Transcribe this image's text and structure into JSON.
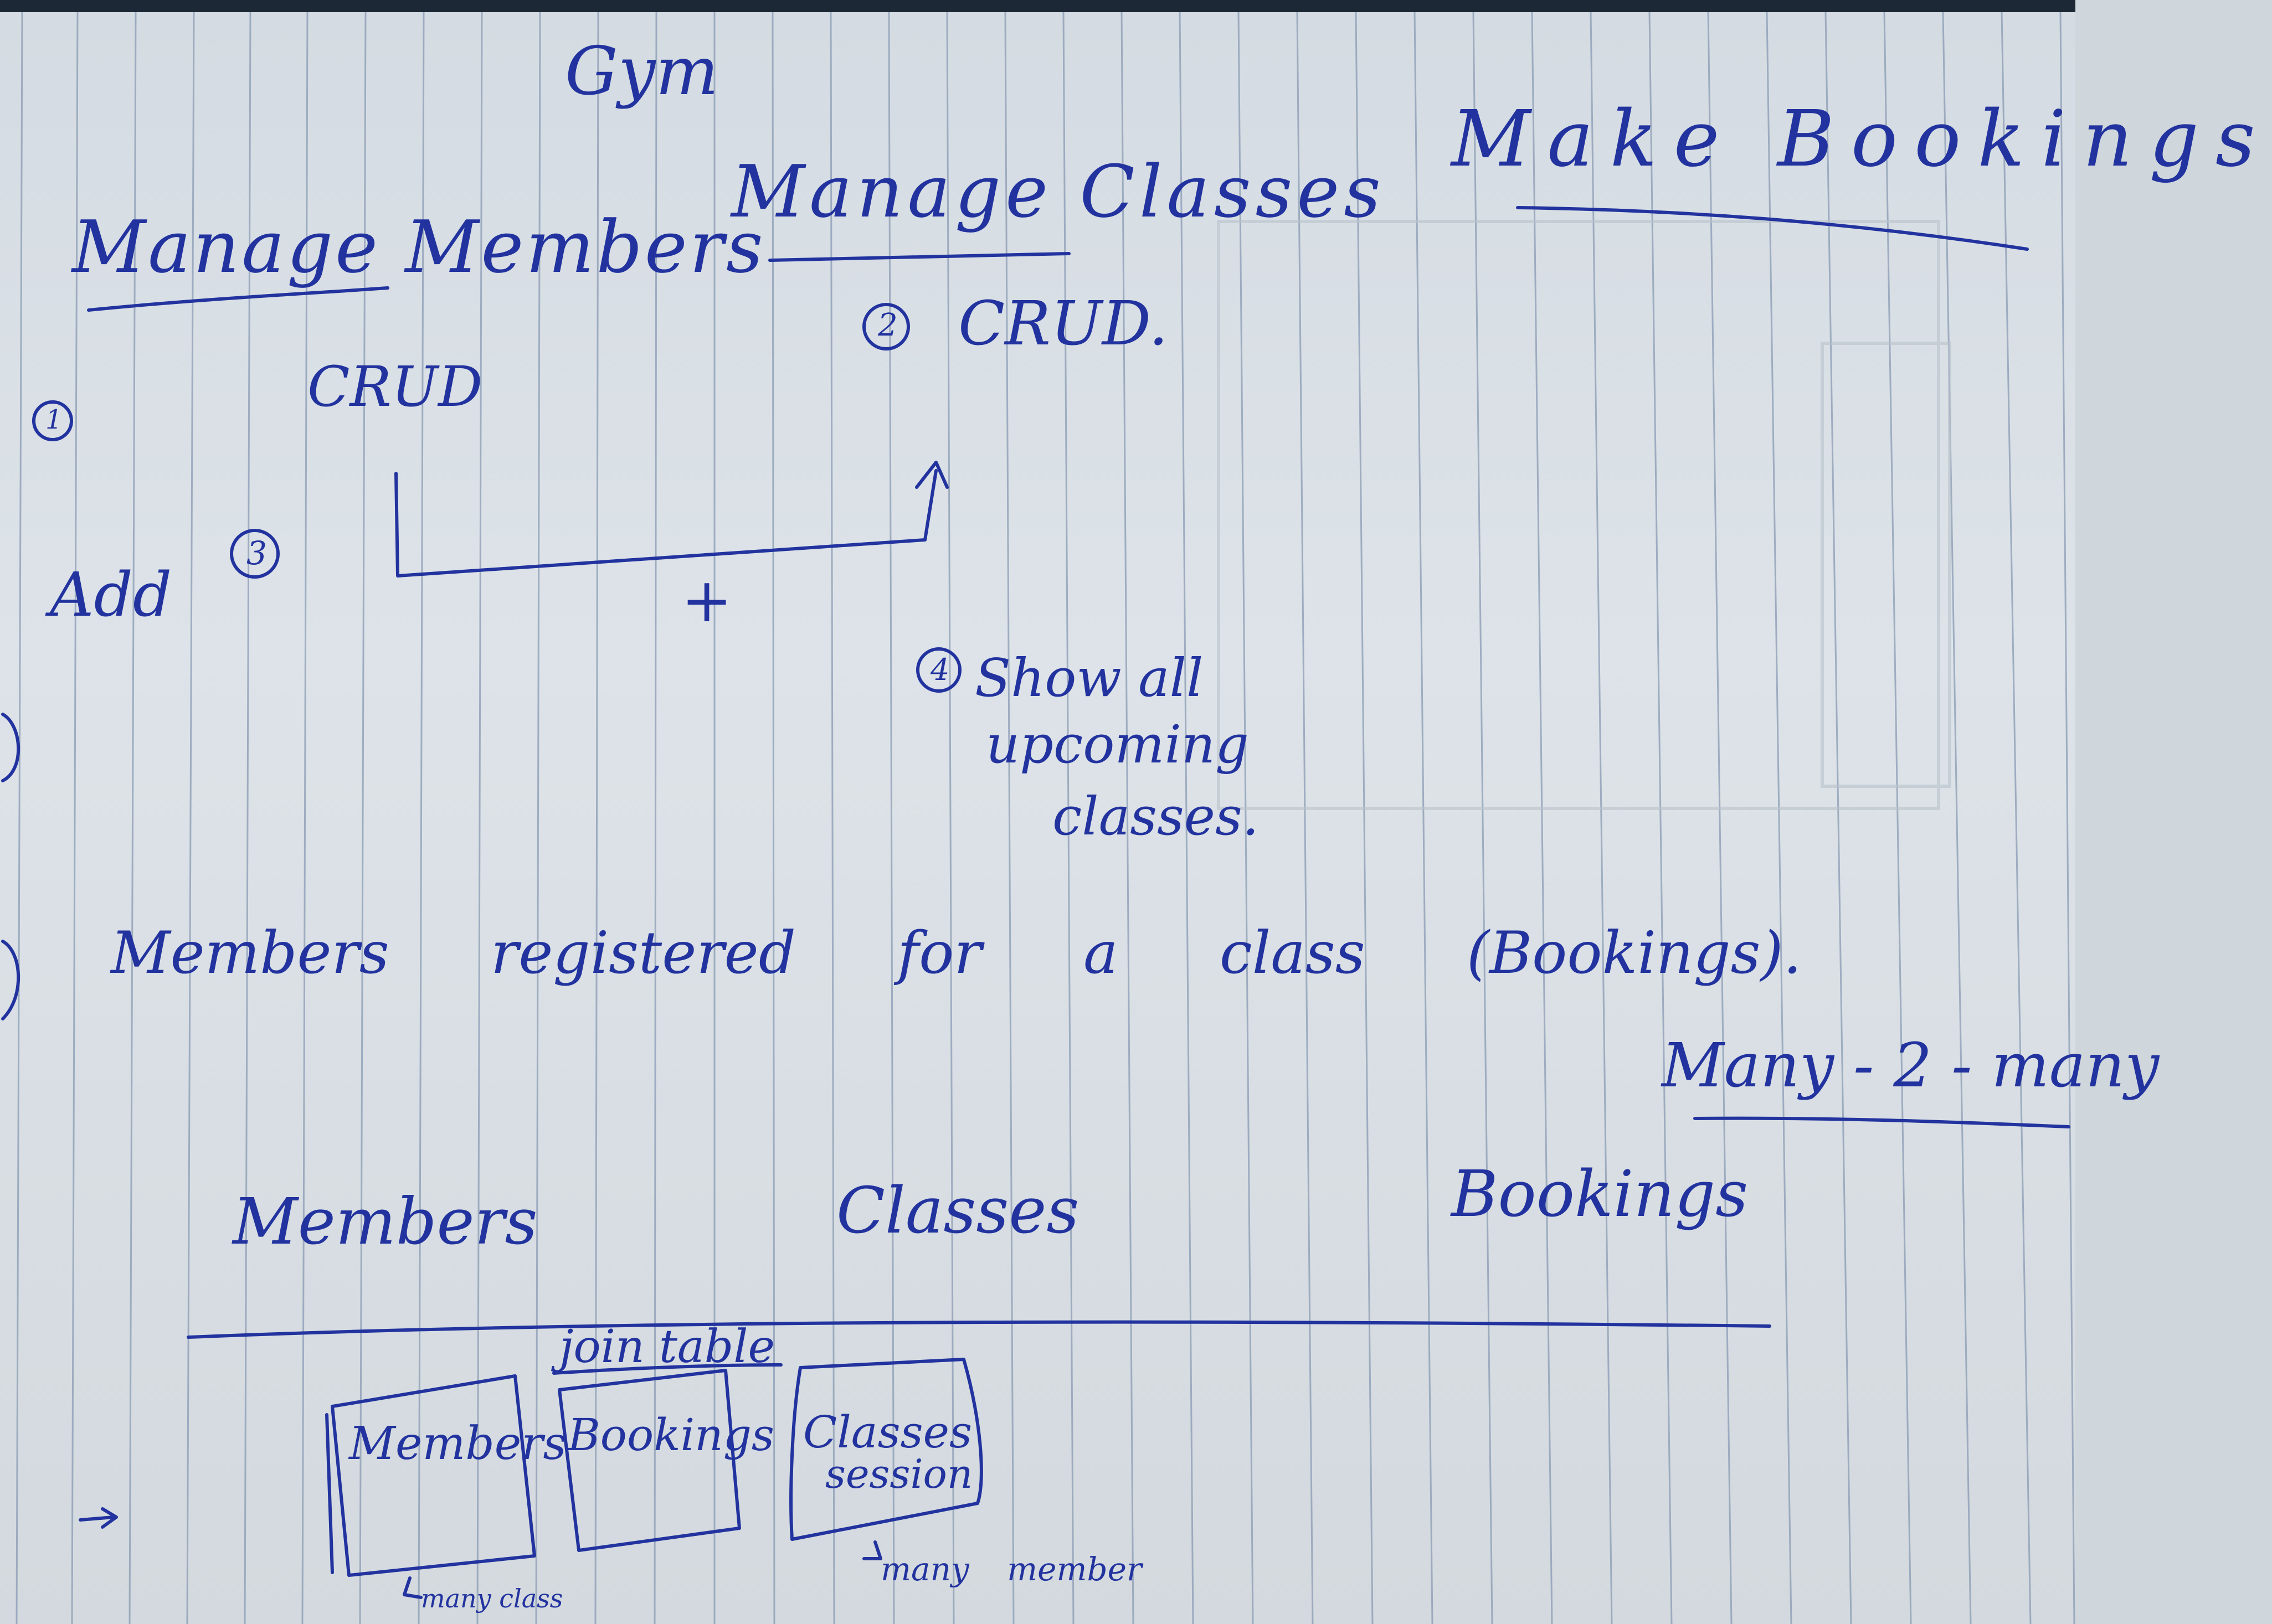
{
  "notes": {
    "title": "Gym",
    "manage_members": "Manage Members",
    "manage_classes": "Manage Classes",
    "make_bookings": "Make Bookings",
    "num1": "1",
    "num2": "2",
    "num3": "3",
    "num4": "4",
    "crud_members": "CRUD",
    "crud_classes": "CRUD.",
    "add": "Add",
    "plus": "+",
    "show_upcoming_line1": "Show all",
    "show_upcoming_line2": "upcoming",
    "show_upcoming_line3": "classes.",
    "members_registered": "Members registered for a class (Bookings).",
    "many_to_many": "Many - 2 - many",
    "col_members": "Members",
    "col_classes": "Classes",
    "col_bookings": "Bookings",
    "join_table": "join table",
    "box_members": "Members",
    "box_bookings": "Bookings",
    "box_classes_line1": "Classes",
    "box_classes_line2": "session",
    "many_class": "many class",
    "many_member": "many member"
  }
}
